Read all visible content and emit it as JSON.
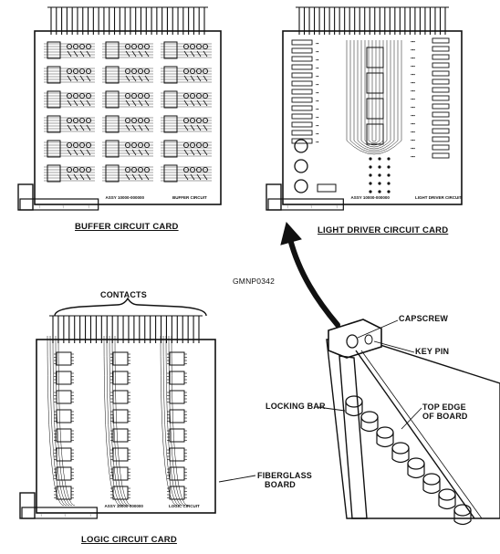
{
  "figure_code": "GMNP0342",
  "cards": {
    "buffer": {
      "title": "BUFFER CIRCUIT CARD",
      "assy": "ASSY 10000-000000",
      "circuit": "BUFFER CIRCUIT"
    },
    "light_driver": {
      "title": "LIGHT DRIVER CIRCUIT CARD",
      "assy": "ASSY 10000-000000",
      "circuit": "LIGHT DRIVER CIRCUIT"
    },
    "logic": {
      "title": "LOGIC CIRCUIT CARD",
      "assy": "ASSY 10000-000000",
      "circuit": "LOGIC CIRCUIT"
    }
  },
  "callouts": {
    "contacts": "CONTACTS",
    "fiberglass_board": [
      "FIBERGLASS",
      "BOARD"
    ],
    "capscrew": "CAPSCREW",
    "key_pin": "KEY PIN",
    "locking_bar": "LOCKING BAR",
    "top_edge_of_board": [
      "TOP EDGE",
      "OF BOARD"
    ]
  },
  "colors": {
    "ink": "#111111",
    "paper": "#ffffff"
  }
}
